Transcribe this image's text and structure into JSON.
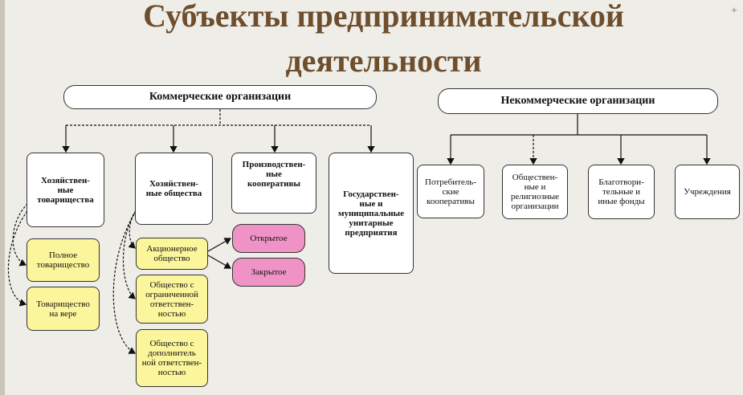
{
  "slide": {
    "title_line1": "Субъекты предпринимательской",
    "title_line2": "деятельности"
  },
  "commercial": {
    "header": "Коммерческие организации",
    "types": {
      "partnerships": "Хозяйствен-\nные\nтоварищества",
      "companies": "Хозяйствен-\nные общества",
      "cooperatives": "Производствен-\nные\nкооперативы",
      "state_enterprises": "Государствен-\nные и\nмуниципальные\nунитарные\nпредприятия"
    },
    "partnership_kinds": {
      "full": "Полное\nтоварищество",
      "limited": "Товарищество\nна вере"
    },
    "company_kinds": {
      "joint_stock": "Акционерное\nобщество",
      "llc": "Общество с\nограниченной\nответствен-\nностью",
      "alc": "Общество с\nдополнитель\nной ответствен-\nностью"
    },
    "jsc_kinds": {
      "open": "Открытое",
      "closed": "Закрытое"
    }
  },
  "noncommercial": {
    "header": "Некоммерческие организации",
    "types": {
      "consumer_coop": "Потребитель-\nские\nкооперативы",
      "public_religious": "Обществен-\nные и\nрелигиозные\nорганизации",
      "charity_funds": "Благотвори-\nтельные и\nиные фонды",
      "institutions": "Учреждения"
    }
  },
  "colors": {
    "title": "#6e4e2c",
    "background": "#eeede7",
    "highlight_yellow": "#fbf59c",
    "highlight_pink": "#ef93c6"
  }
}
